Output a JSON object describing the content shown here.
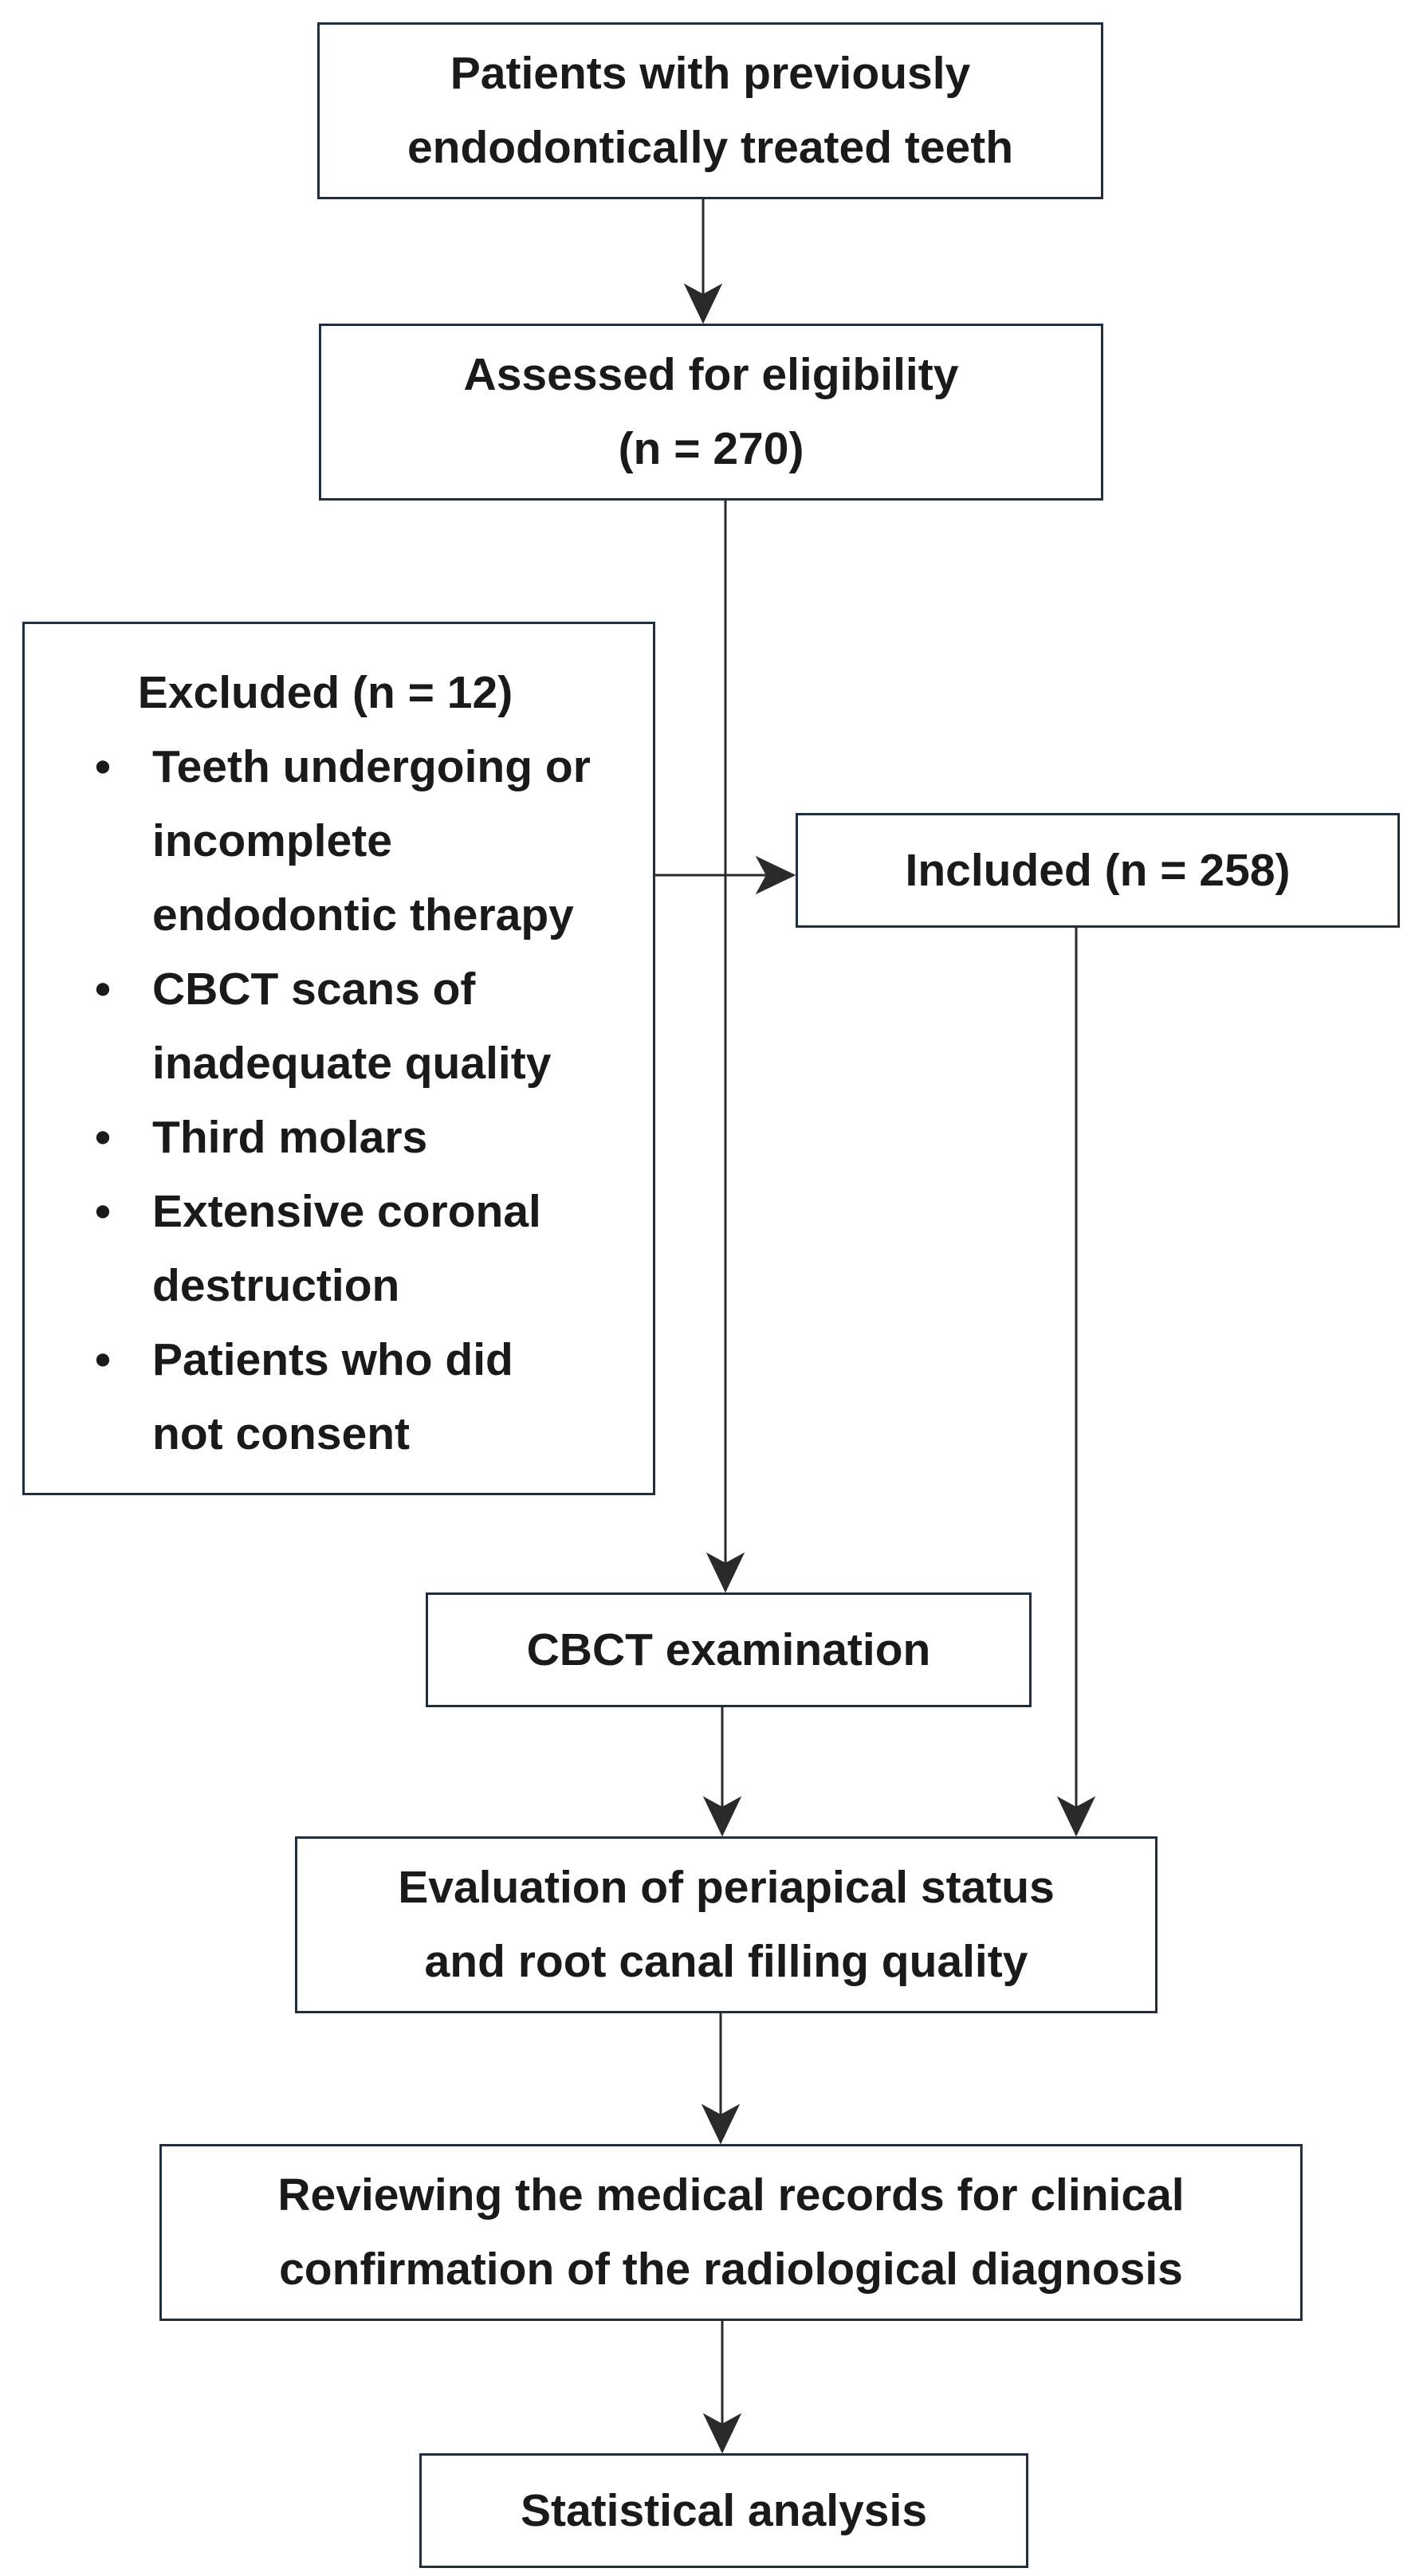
{
  "boxes": {
    "patients": {
      "lines": [
        "Patients with previously",
        "endodontically treated teeth"
      ]
    },
    "assessed": {
      "lines": [
        "Assessed for eligibility",
        "(n = 270)"
      ]
    },
    "excluded": {
      "title": "Excluded (n = 12)",
      "bullet_glyph": "•",
      "items": [
        {
          "lines": [
            "Teeth undergoing or",
            "incomplete",
            "endodontic therapy"
          ]
        },
        {
          "lines": [
            "CBCT scans of",
            "inadequate quality"
          ]
        },
        {
          "lines": [
            "Third molars"
          ]
        },
        {
          "lines": [
            "Extensive coronal",
            "destruction"
          ]
        },
        {
          "lines": [
            "Patients who did",
            "not consent"
          ]
        }
      ]
    },
    "included": {
      "lines": [
        "Included (n = 258)"
      ]
    },
    "cbct": {
      "lines": [
        "CBCT examination"
      ]
    },
    "evaluation": {
      "lines": [
        "Evaluation of periapical status",
        "and root canal filling quality"
      ]
    },
    "reviewing": {
      "lines": [
        "Reviewing the medical records for clinical",
        "confirmation of the radiological diagnosis"
      ]
    },
    "statistical": {
      "lines": [
        "Statistical analysis"
      ]
    }
  },
  "colors": {
    "box_border": "#1f2f3f",
    "connector": "#2a2a2a",
    "text": "#1a1a1a",
    "background": "#ffffff"
  }
}
